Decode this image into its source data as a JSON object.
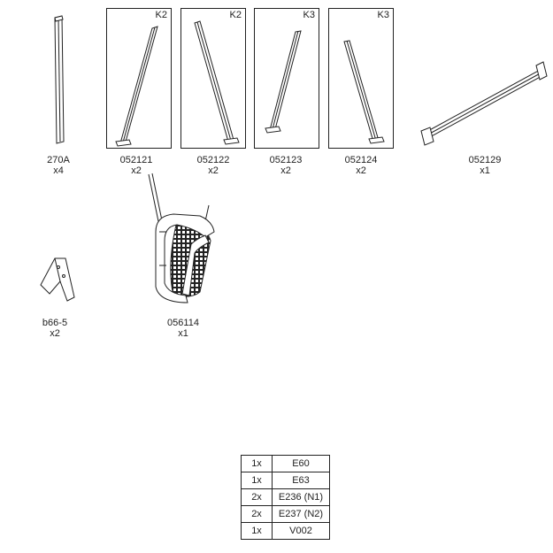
{
  "parts": [
    {
      "id": "part-270a",
      "code": "270A",
      "qty": "x4",
      "tag": ""
    },
    {
      "id": "part-052121",
      "code": "052121",
      "qty": "x2",
      "tag": "K2"
    },
    {
      "id": "part-052122",
      "code": "052122",
      "qty": "x2",
      "tag": "K2"
    },
    {
      "id": "part-052123",
      "code": "052123",
      "qty": "x2",
      "tag": "K3"
    },
    {
      "id": "part-052124",
      "code": "052124",
      "qty": "x2",
      "tag": "K3"
    },
    {
      "id": "part-052129",
      "code": "052129",
      "qty": "x1",
      "tag": ""
    },
    {
      "id": "part-b66-5",
      "code": "b66-5",
      "qty": "x2",
      "tag": ""
    },
    {
      "id": "part-056114",
      "code": "056114",
      "qty": "x1",
      "tag": ""
    }
  ],
  "hardware": [
    {
      "qty": "1x",
      "code": "E60"
    },
    {
      "qty": "1x",
      "code": "E63"
    },
    {
      "qty": "2x",
      "code": "E236 (N1)"
    },
    {
      "qty": "2x",
      "code": "E237 (N2)"
    },
    {
      "qty": "1x",
      "code": "V002"
    }
  ]
}
